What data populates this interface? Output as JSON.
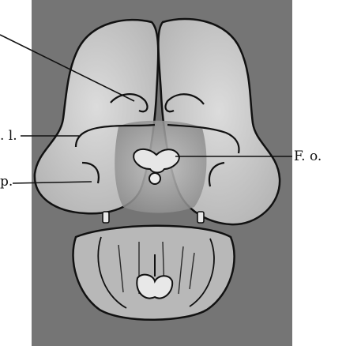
{
  "labels": {
    "f_o": "F. o.",
    "l": ". l.",
    "p": "p."
  },
  "colors": {
    "background": "#ffffff",
    "tissue_dark": "#7a7a7a",
    "lobe_fill": "#c9c9c9",
    "outline": "#111111"
  }
}
